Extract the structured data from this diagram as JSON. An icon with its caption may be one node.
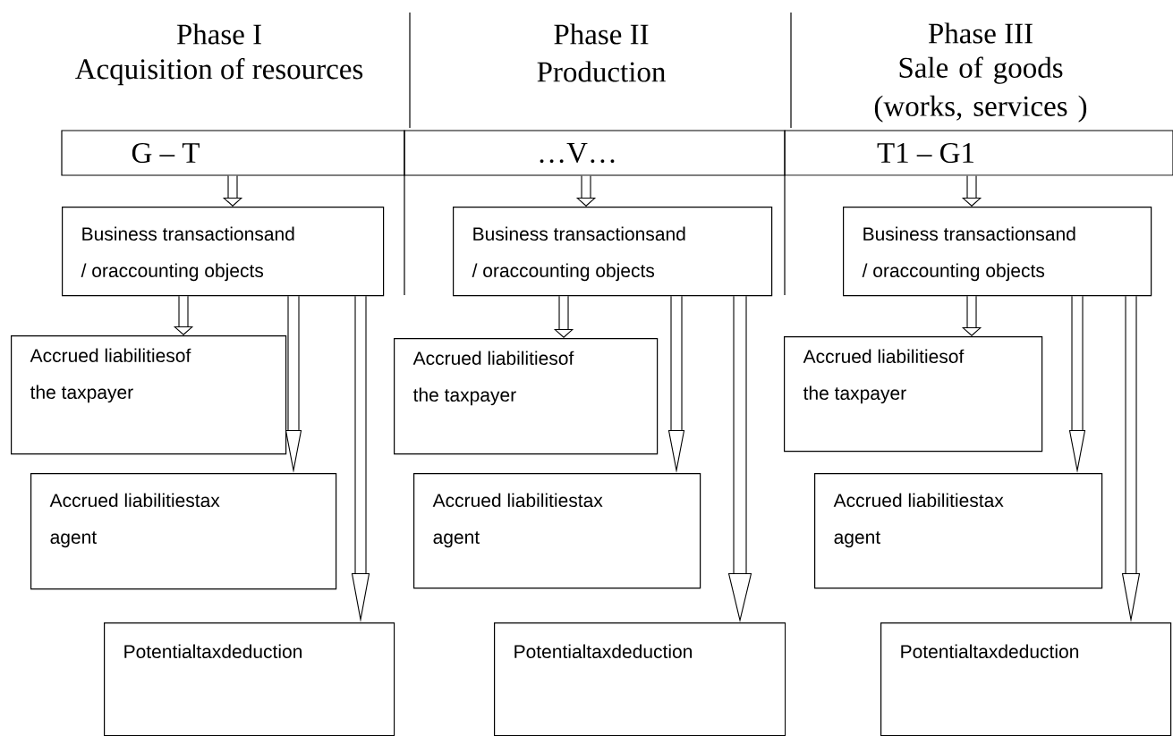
{
  "diagram": {
    "nodes": [
      {
        "text": [
          "G – T"
        ]
      },
      {
        "text": [
          "Business transactionsand / oraccounting objects"
        ]
      },
      {
        "text": [
          "Accrued liabilitiesof the taxpayer"
        ]
      },
      {
        "text": [
          "Accrued liabilitiestax agent"
        ]
      },
      {
        "text": [
          "Potentialtaxdeduction"
        ]
      },
      {
        "text": [
          "…V…"
        ]
      },
      {
        "text": [
          "Business transactionsand / oraccounting objects"
        ]
      },
      {
        "text": [
          "Accrued liabilitiesof the taxpayer"
        ]
      },
      {
        "text": [
          "Accrued liabilitiestax agent"
        ]
      },
      {
        "text": [
          "Potentialtaxdeduction"
        ]
      },
      {
        "text": [
          "T1 – G1"
        ]
      },
      {
        "text": [
          "Business transactionsand / oraccounting objects"
        ]
      },
      {
        "text": [
          "Accrued liabilitiesof the taxpayer"
        ]
      },
      {
        "text": [
          "Accrued liabilitiestax agent"
        ]
      },
      {
        "text": [
          "Potentialtaxdeduction"
        ]
      }
    ],
    "edges": [
      {
        "from": 0,
        "to": 1,
        "arrow": "to"
      },
      {
        "from": 1,
        "to": 2,
        "arrow": "to"
      },
      {
        "from": 1,
        "to": 3,
        "arrow": "to"
      },
      {
        "from": 1,
        "to": 4,
        "arrow": "to"
      },
      {
        "from": 5,
        "to": 6,
        "arrow": "to"
      },
      {
        "from": 6,
        "to": 7,
        "arrow": "to"
      },
      {
        "from": 6,
        "to": 8,
        "arrow": "to"
      },
      {
        "from": 6,
        "to": 9,
        "arrow": "to"
      },
      {
        "from": 10,
        "to": 11,
        "arrow": "to"
      },
      {
        "from": 11,
        "to": 12,
        "arrow": "to"
      },
      {
        "from": 11,
        "to": 13,
        "arrow": "to"
      },
      {
        "from": 11,
        "to": 14,
        "arrow": "to"
      }
    ],
    "labels": [
      "Phase I",
      "Acquisition of resources",
      "Phase II",
      "Production",
      "Phase III",
      "Sale of goods (works, services )"
    ]
  }
}
